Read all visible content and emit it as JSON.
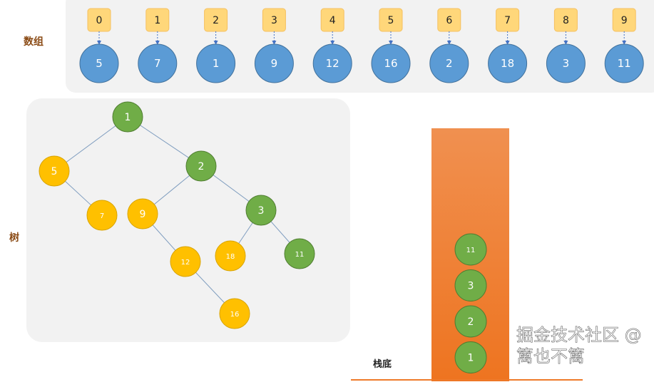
{
  "array": {
    "label": "数组",
    "indices": [
      "0",
      "1",
      "2",
      "3",
      "4",
      "5",
      "6",
      "7",
      "8",
      "9"
    ],
    "values": [
      "5",
      "7",
      "1",
      "9",
      "12",
      "16",
      "2",
      "18",
      "3",
      "11"
    ]
  },
  "tree": {
    "label": "树",
    "nodes": [
      {
        "id": "1",
        "color": "green"
      },
      {
        "id": "5",
        "color": "yellow"
      },
      {
        "id": "2",
        "color": "green"
      },
      {
        "id": "7",
        "color": "yellow"
      },
      {
        "id": "9",
        "color": "yellow"
      },
      {
        "id": "3",
        "color": "green"
      },
      {
        "id": "12",
        "color": "yellow"
      },
      {
        "id": "18",
        "color": "yellow"
      },
      {
        "id": "11",
        "color": "green"
      },
      {
        "id": "16",
        "color": "yellow"
      }
    ],
    "edges": [
      [
        "1",
        "5"
      ],
      [
        "1",
        "2"
      ],
      [
        "5",
        "7"
      ],
      [
        "2",
        "9"
      ],
      [
        "2",
        "3"
      ],
      [
        "9",
        "12"
      ],
      [
        "3",
        "18"
      ],
      [
        "3",
        "11"
      ],
      [
        "12",
        "16"
      ]
    ]
  },
  "stack": {
    "bottom_label": "栈底",
    "items": [
      "11",
      "3",
      "2",
      "1"
    ]
  },
  "watermark": "掘金技术社区 @ 篱也不篱",
  "colors": {
    "array_node": "#5b9bd5",
    "index_box": "#ffd77a",
    "green": "#70ad47",
    "yellow": "#ffc000",
    "stack": "#ee7a2a",
    "text_label": "#8a4a14"
  }
}
